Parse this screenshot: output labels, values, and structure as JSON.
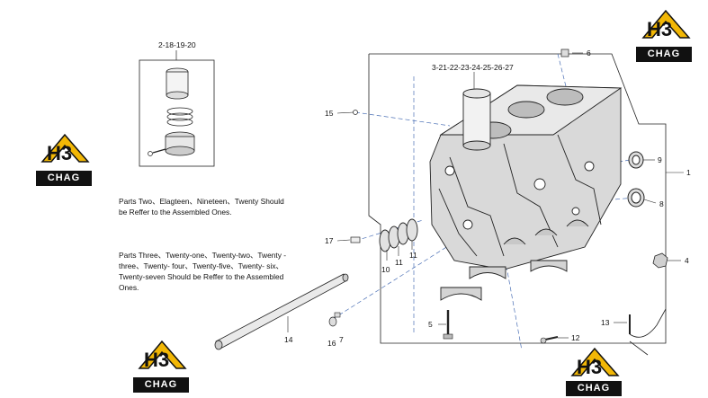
{
  "diagram": {
    "callouts": {
      "subassembly_top": "2-18-19-20",
      "liner_group": "3-21-22-23-24-25-26-27",
      "c1": "1",
      "c4": "4",
      "c5": "5",
      "c6": "6",
      "c7": "7",
      "c8": "8",
      "c9": "9",
      "c10": "10",
      "c11a": "11",
      "c11b": "11",
      "c12": "12",
      "c13": "13",
      "c14": "14",
      "c15": "15",
      "c16": "16",
      "c17": "17"
    },
    "notes": {
      "note1": "Parts Two、Elagteen、Nineteen、Twenty Should  be Reffer to the Assembled Ones.",
      "note2": "Parts Three、Twenty-one、Twenty-two、Twenty -three、Twenty- four、Twenty-five、Twenty- six、Twenty-seven Should  be Reffer to the Assembled Ones."
    },
    "watermark": {
      "glyph": "H3",
      "word": "CHAG"
    }
  }
}
